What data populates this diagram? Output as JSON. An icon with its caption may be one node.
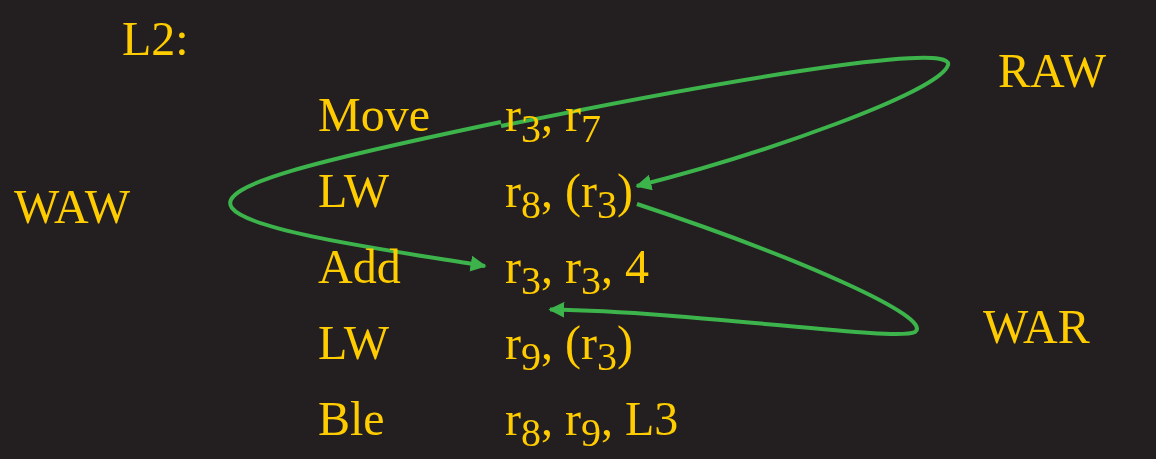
{
  "diagram": {
    "nodes": [
      {
        "text": [
          "r$_{3}$, r$_{7}$"
        ]
      },
      {
        "text": [
          "r$_{8}$, (r$_{3}$)"
        ]
      },
      {
        "text": [
          "r$_{3}$, r$_{3}$, 4"
        ]
      },
      {
        "text": [
          "r$_{9}$, (r$_{3}$)"
        ]
      },
      {
        "text": [
          "r$_{8}$, r$_{9}$, L3"
        ]
      }
    ],
    "edges": [
      {
        "from": 0,
        "to": 1,
        "arrow": "to",
        "label": "RAW"
      },
      {
        "from": 0,
        "to": 2,
        "arrow": "to",
        "label": "WAW"
      },
      {
        "from": 1,
        "to": 2,
        "arrow": "to",
        "label": "WAR"
      }
    ],
    "labels": [
      "L2:",
      "Move",
      "LW",
      "Add",
      "LW",
      "Ble"
    ]
  }
}
